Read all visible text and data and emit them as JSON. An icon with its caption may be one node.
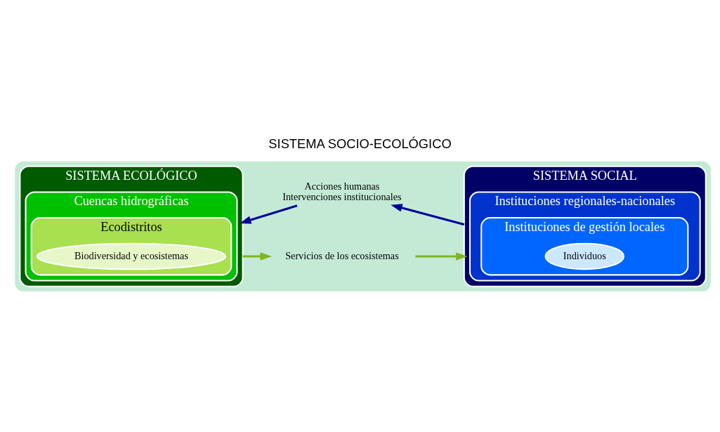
{
  "diagram": {
    "title": "SISTEMA SOCIO-ECOLÓGICO",
    "nodes": [
      {
        "text": [],
        "shape": "ellipse"
      },
      {
        "text": [
          "SISTEMA ECOLÓGICO"
        ],
        "in": 0
      },
      {
        "text": [
          "Cuencas hidrográficas"
        ],
        "in": 1
      },
      {
        "text": [
          "Ecodistritos"
        ],
        "in": 2
      },
      {
        "text": [
          "Biodiversidad y ecosistemas"
        ],
        "in": 3
      },
      {
        "text": [
          "SISTEMA SOCIAL"
        ],
        "in": 0
      },
      {
        "text": [
          "Instituciones regionales-nacionales"
        ],
        "in": 5
      },
      {
        "text": [
          "Instituciones de gestión locales"
        ],
        "in": 6
      },
      {
        "text": [
          "Individuos"
        ],
        "in": 7
      },
      {
        "text": [
          "Servicios de los ecosistemas"
        ],
        "in": 0
      },
      {
        "text": [
          "Acciones humanas",
          "Intervenciones institucionales"
        ],
        "in": 0
      }
    ],
    "edges": [
      {
        "from": 1,
        "to": 9,
        "arrow": "to",
        "color": "#7fb522"
      },
      {
        "from": 9,
        "to": 5,
        "arrow": "to",
        "color": "#7fb522"
      },
      {
        "from": 5,
        "to": 10,
        "arrow": "to",
        "color": "#000099"
      },
      {
        "from": 10,
        "to": 1,
        "arrow": "to",
        "color": "#000099"
      }
    ]
  }
}
